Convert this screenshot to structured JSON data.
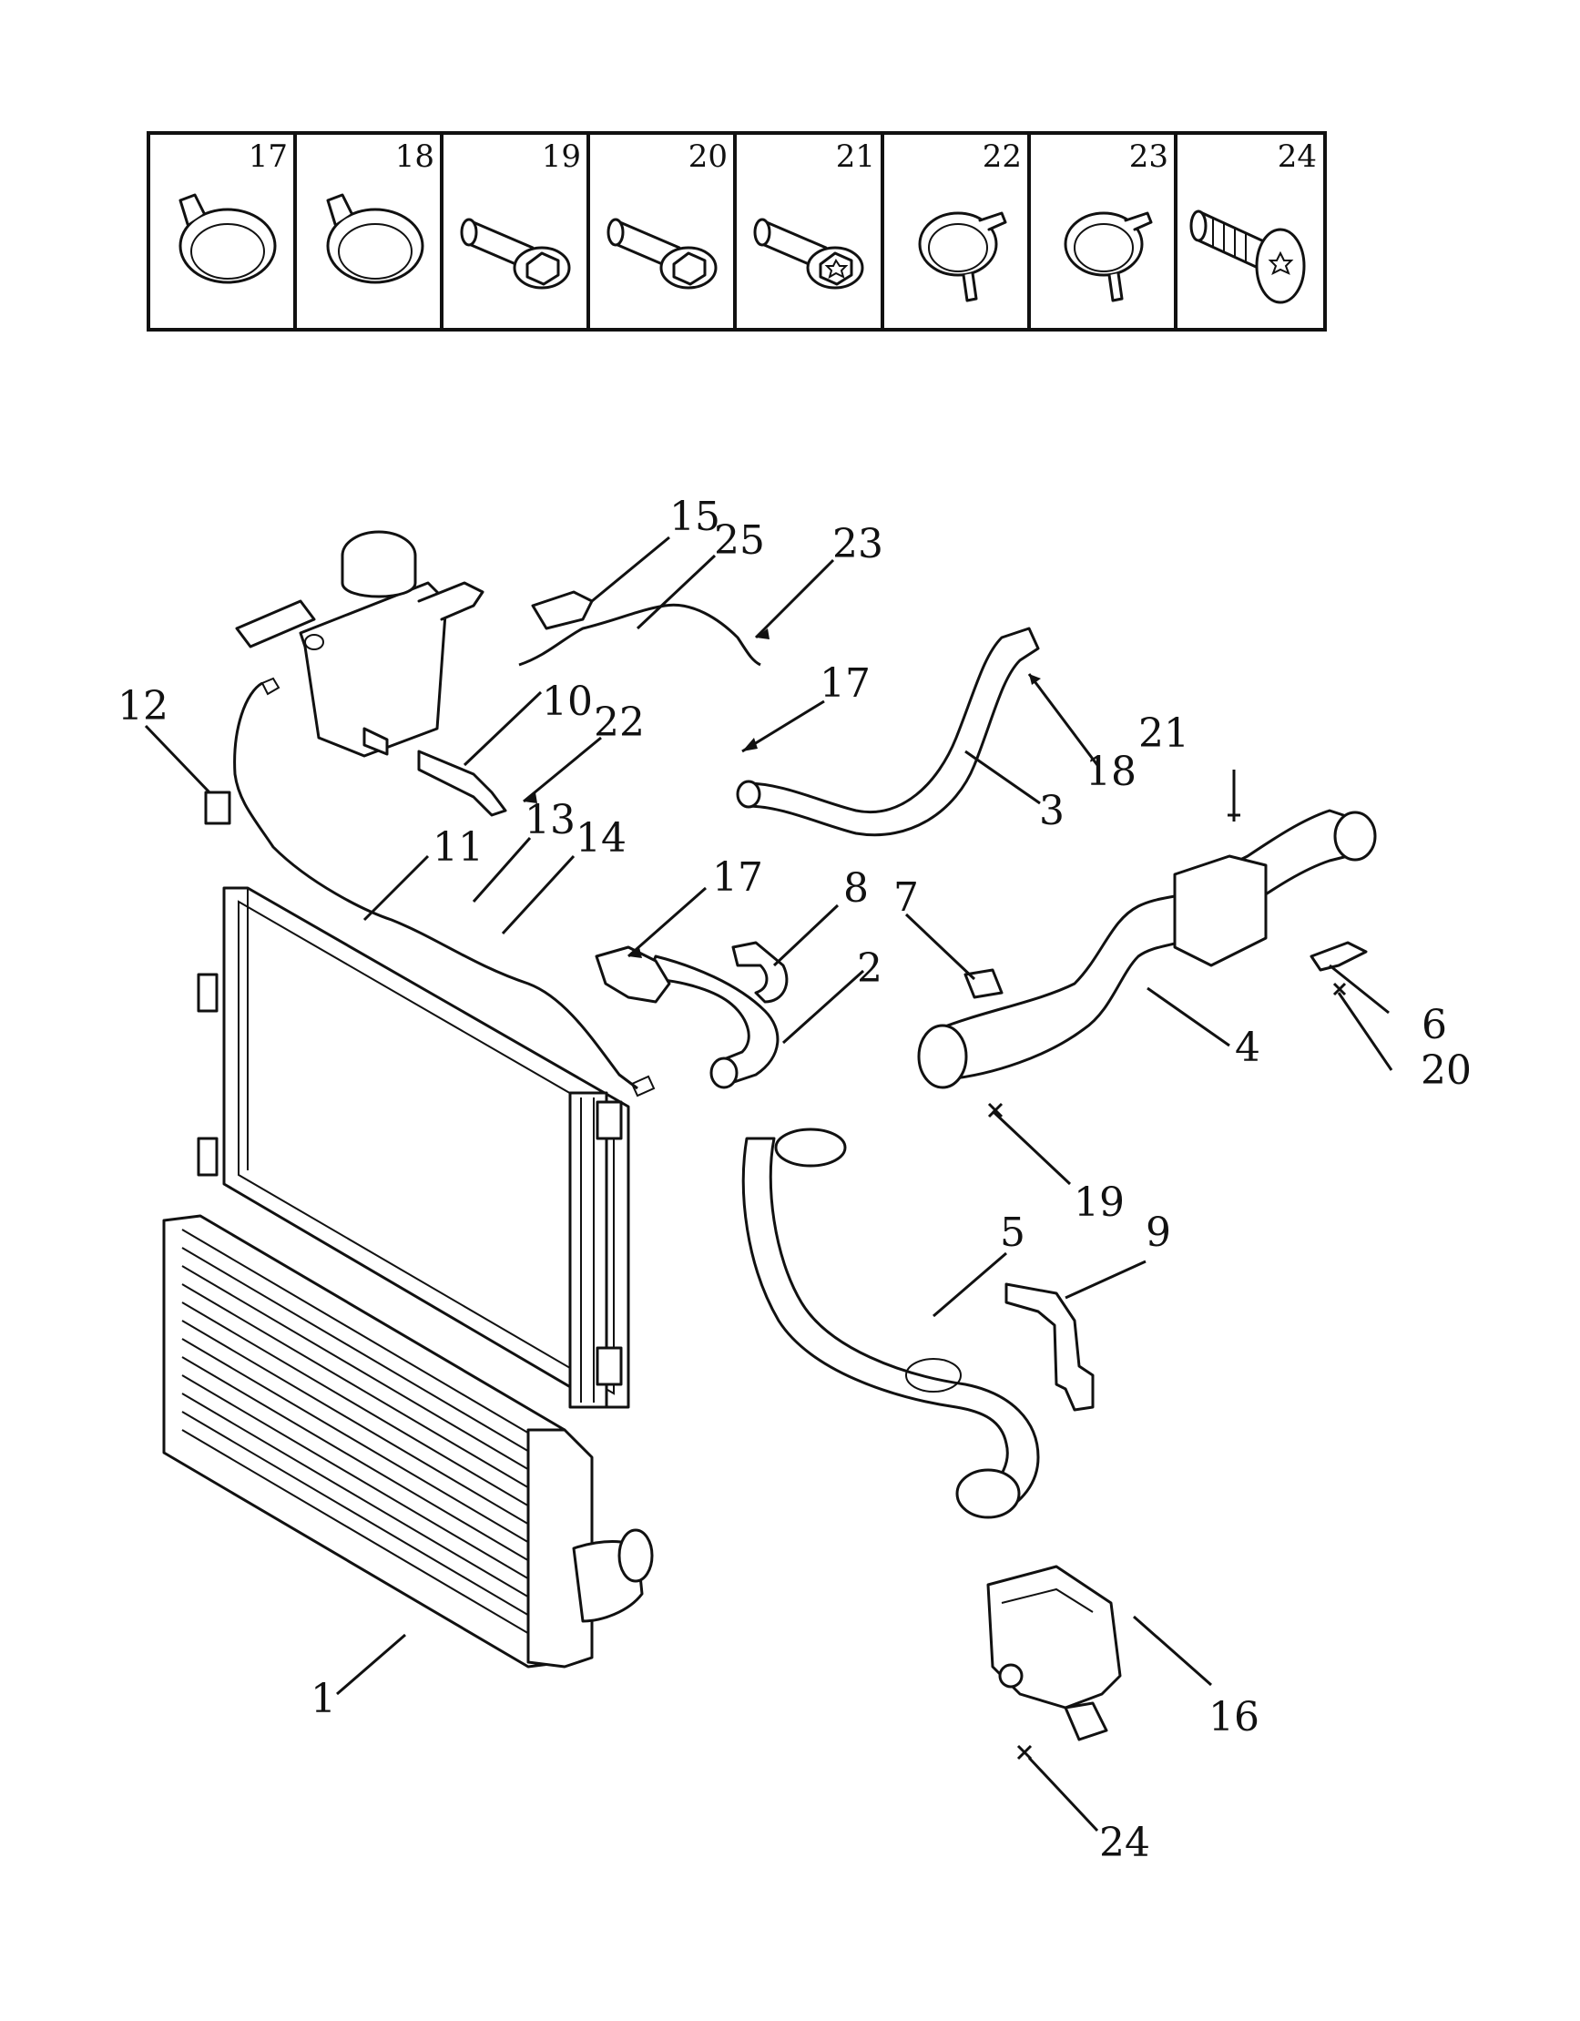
{
  "fastener_table": {
    "cells": [
      {
        "number": "17",
        "icon": "hose-clamp-spring-icon"
      },
      {
        "number": "18",
        "icon": "hose-clamp-spring-icon"
      },
      {
        "number": "19",
        "icon": "hex-flange-bolt-icon"
      },
      {
        "number": "20",
        "icon": "hex-flange-bolt-icon"
      },
      {
        "number": "21",
        "icon": "hex-flange-bolt-icon"
      },
      {
        "number": "22",
        "icon": "hose-clamp-wire-icon"
      },
      {
        "number": "23",
        "icon": "hose-clamp-wire-icon"
      },
      {
        "number": "24",
        "icon": "torx-screw-icon"
      }
    ]
  },
  "callouts": {
    "c1": "1",
    "c2": "2",
    "c3": "3",
    "c4": "4",
    "c5": "5",
    "c6": "6",
    "c7": "7",
    "c8": "8",
    "c9": "9",
    "c10": "10",
    "c11": "11",
    "c12": "12",
    "c13": "13",
    "c14": "14",
    "c15": "15",
    "c16": "16",
    "c17a": "17",
    "c17b": "17",
    "c18": "18",
    "c19": "19",
    "c20": "20",
    "c21": "21",
    "c22": "22",
    "c23": "23",
    "c24": "24",
    "c25": "25"
  }
}
